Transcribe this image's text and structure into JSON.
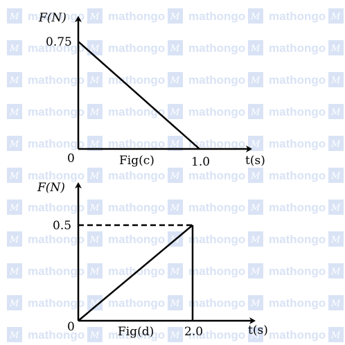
{
  "watermark": {
    "text": "mathongo",
    "logo_glyph": "M"
  },
  "figures": [
    {
      "caption": "Fig(c)",
      "y_label": "F(N)",
      "x_label": "t(s)",
      "origin_label": "0",
      "y_tick_label": "0.75",
      "x_tick_label": "1.0",
      "line_from": [
        0,
        0.75
      ],
      "line_to": [
        1.0,
        0
      ]
    },
    {
      "caption": "Fig(d)",
      "y_label": "F(N)",
      "x_label": "t(s)",
      "origin_label": "0",
      "y_tick_label": "0.5",
      "x_tick_label": "2.0",
      "line_from": [
        0,
        0
      ],
      "line_to": [
        2.0,
        0.5
      ]
    }
  ]
}
